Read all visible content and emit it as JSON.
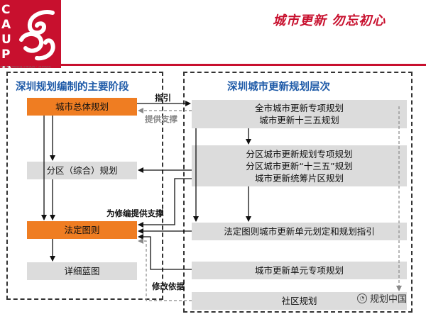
{
  "logo": {
    "letters": [
      "C",
      "A",
      "U",
      "P",
      "D"
    ],
    "subtitle": "中国城市规划设计研究院 · 深圳分院"
  },
  "slogan": "城市更新  勿忘初心",
  "left_panel": {
    "title": "深圳规划编制的主要阶段",
    "boxes": [
      "城市总体规划",
      "分区（综合）规划",
      "法定图则",
      "详细蓝图"
    ]
  },
  "right_panel": {
    "title": "深圳城市更新规划层次",
    "box1": [
      "全市城市更新专项规划",
      "城市更新十三五规划"
    ],
    "box2": [
      "分区城市更新规划专项规划",
      "分区城市更新“十三五”规划",
      "城市更新统筹片区规划"
    ],
    "box3": "法定图则城市更新单元划定和规划指引",
    "box4": "城市更新单元专项规划",
    "box5": "社区规划"
  },
  "labels": {
    "guide": "指引",
    "support": "提供支撑",
    "revision_support": "为修编提供支撑",
    "revision_basis": "修改依据"
  },
  "watermark": {
    "icon": "wechat-icon",
    "text": "规划中国"
  },
  "colors": {
    "brand_red": "#c8102e",
    "orange": "#ef7d22",
    "gray_box": "#dcdcdc",
    "title_blue": "#1f5ba8"
  }
}
